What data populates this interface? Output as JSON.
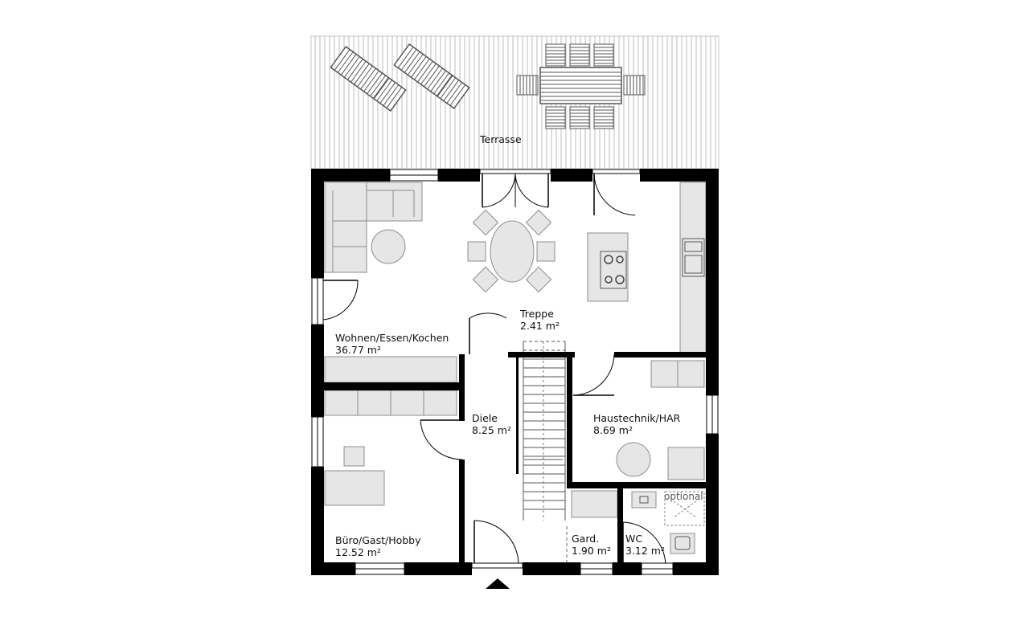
{
  "rooms": {
    "terrace": {
      "name": "Terrasse"
    },
    "living": {
      "name": "Wohnen/Essen/Kochen",
      "area": "36.77 m²"
    },
    "stairs": {
      "name": "Treppe",
      "area": "2.41 m²"
    },
    "hall": {
      "name": "Diele",
      "area": "8.25 m²"
    },
    "utility": {
      "name": "Haustechnik/HAR",
      "area": "8.69 m²"
    },
    "office": {
      "name": "Büro/Gast/Hobby",
      "area": "12.52 m²"
    },
    "wardrobe": {
      "name": "Gard.",
      "area": "1.90 m²"
    },
    "wc": {
      "name": "WC",
      "area": "3.12 m²"
    }
  },
  "annotations": {
    "optional": "optional"
  },
  "colors": {
    "wall": "#000000",
    "furniture_fill": "#e6e6e6",
    "furniture_stroke": "#8c8c8c",
    "terrace_stroke": "#b5b5b5"
  }
}
